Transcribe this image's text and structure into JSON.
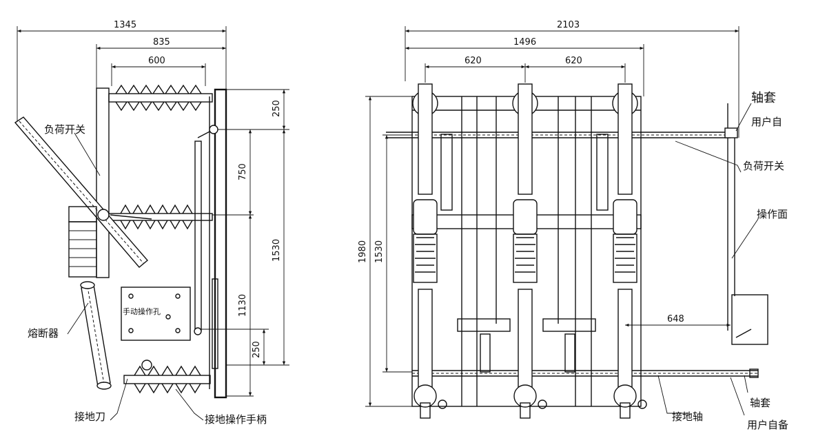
{
  "left_view": {
    "dims": {
      "overall_width": "1345",
      "width_835": "835",
      "width_600": "600",
      "h_250_top": "250",
      "h_750": "750",
      "h_1530": "1530",
      "h_1130": "1130",
      "h_250_bottom": "250"
    },
    "labels": {
      "load_switch": "负荷开关",
      "fuse": "熔断器",
      "manual_hole": "手动操作孔",
      "earthing_blade": "接地刀",
      "earthing_handle": "接地操作手柄"
    }
  },
  "right_view": {
    "dims": {
      "overall_width": "2103",
      "width_1496": "1496",
      "pitch_left": "620",
      "pitch_right": "620",
      "height_1980": "1980",
      "height_1530": "1530",
      "depth_648": "648"
    },
    "labels": {
      "shaft_sleeve_top": "轴套",
      "user_supplied_top": "用户自",
      "load_switch": "负荷开关",
      "operating_panel": "操作面",
      "earthing_shaft": "接地轴",
      "shaft_sleeve_bottom": "轴套",
      "user_supplied_bottom": "用户自备"
    }
  }
}
